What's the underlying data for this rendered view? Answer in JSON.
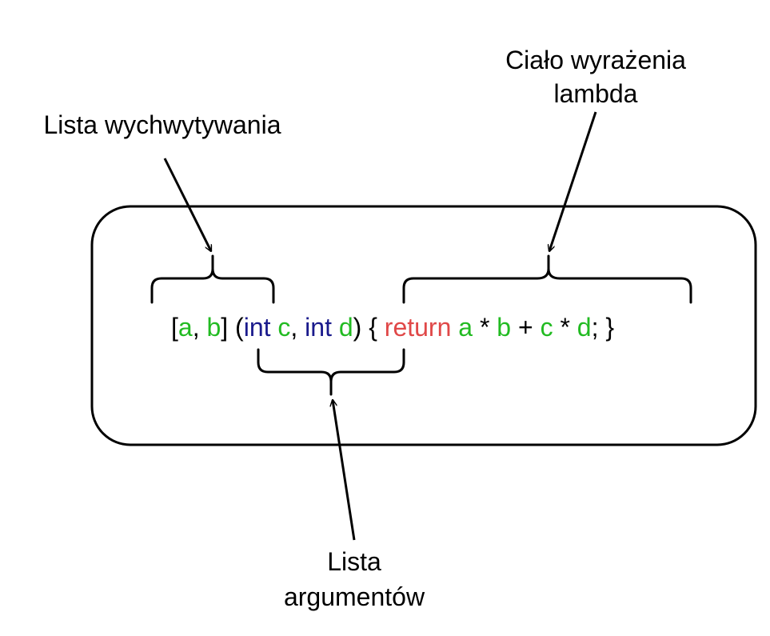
{
  "labels": {
    "capture": "Lista wychwytywania",
    "body_line1": "Ciało wyrażenia",
    "body_line2": "lambda",
    "args_line1": "Lista",
    "args_line2": "argumentów"
  },
  "code": {
    "open_bracket": "[",
    "cap_a": "a",
    "comma1": ", ",
    "cap_b": "b",
    "close_bracket_paren": "] (",
    "kw_int1": "int",
    "sp1": " ",
    "arg_c": "c",
    "comma2": ", ",
    "kw_int2": "int",
    "sp2": " ",
    "arg_d": "d",
    "close_paren_brace": ") { ",
    "kw_return": "return",
    "sp3": " ",
    "b_a": "a",
    "op_mul1": " * ",
    "b_b": "b",
    "op_plus": " + ",
    "b_c": "c",
    "op_mul2": " * ",
    "b_d": "d",
    "end": "; }"
  },
  "colors": {
    "plain": "#000000",
    "variable": "#22bb22",
    "keyword_type": "#1a1a8c",
    "keyword_return": "#e04848"
  }
}
